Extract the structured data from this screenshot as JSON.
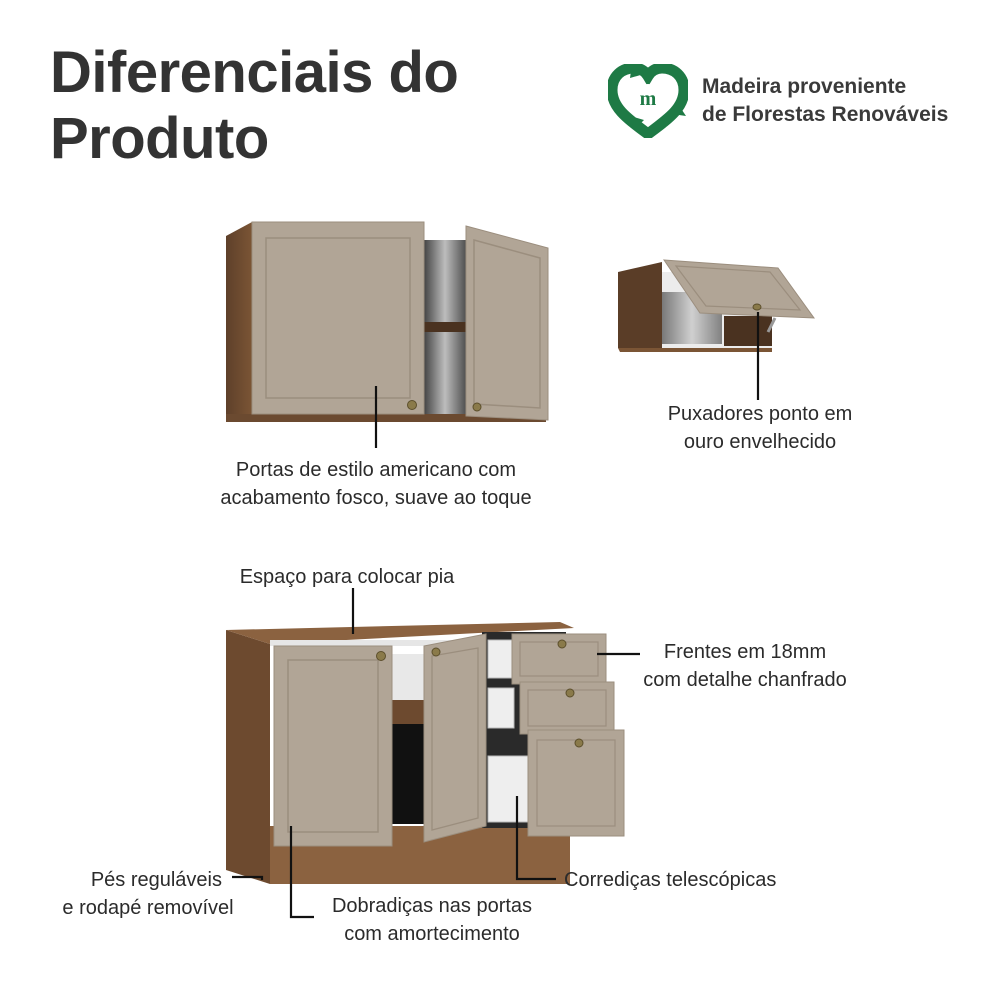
{
  "header": {
    "title_line1": "Diferenciais do",
    "title_line2": "Produto"
  },
  "badge": {
    "icon": "recycle-heart-m-icon",
    "icon_letter": "m",
    "line1": "Madeira proveniente",
    "line2": "de Florestas Renováveis",
    "color": "#1e7a45"
  },
  "callouts": {
    "upper_doors": {
      "line1": "Portas de estilo americano com",
      "line2": "acabamento fosco, suave ao toque"
    },
    "handles": {
      "line1": "Puxadores ponto em",
      "line2": "ouro envelhecido"
    },
    "sink_space": {
      "line1": "Espaço para colocar pia"
    },
    "fronts": {
      "line1": "Frentes em 18mm",
      "line2": "com detalhe chanfrado"
    },
    "feet": {
      "line1": "Pés reguláveis",
      "line2": "e rodapé removível"
    },
    "hinges": {
      "line1": "Dobradiças nas portas",
      "line2": "com amortecimento"
    },
    "slides": {
      "line1": "Corrediças telescópicas"
    }
  },
  "colors": {
    "door": "#b1a596",
    "door_frame": "#a49786",
    "wood": "#7b5535",
    "wood_dark": "#5a3d27",
    "knob": "#8a7a4a",
    "interior": "#d9d9d9"
  }
}
